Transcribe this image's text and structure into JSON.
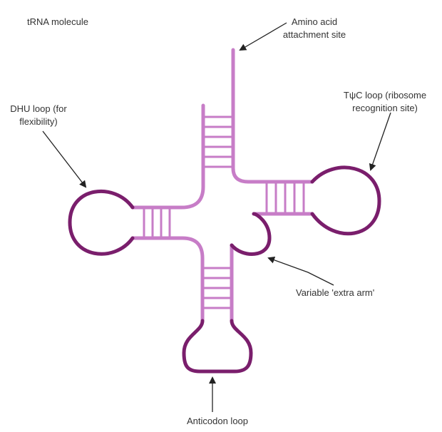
{
  "title": "tRNA molecule",
  "labels": {
    "amino_acid_line1": "Amino acid",
    "amino_acid_line2": "attachment site",
    "dhu_line1": "DHU loop (for",
    "dhu_line2": "flexibility)",
    "tpsic_line1": "TψC loop (ribosome",
    "tpsic_line2": "recognition site)",
    "variable_arm": "Variable 'extra arm'",
    "anticodon": "Anticodon loop"
  },
  "colors": {
    "stem": "#c77dc7",
    "loop": "#7a1e6c",
    "arrow": "#222222",
    "text": "#333333"
  }
}
